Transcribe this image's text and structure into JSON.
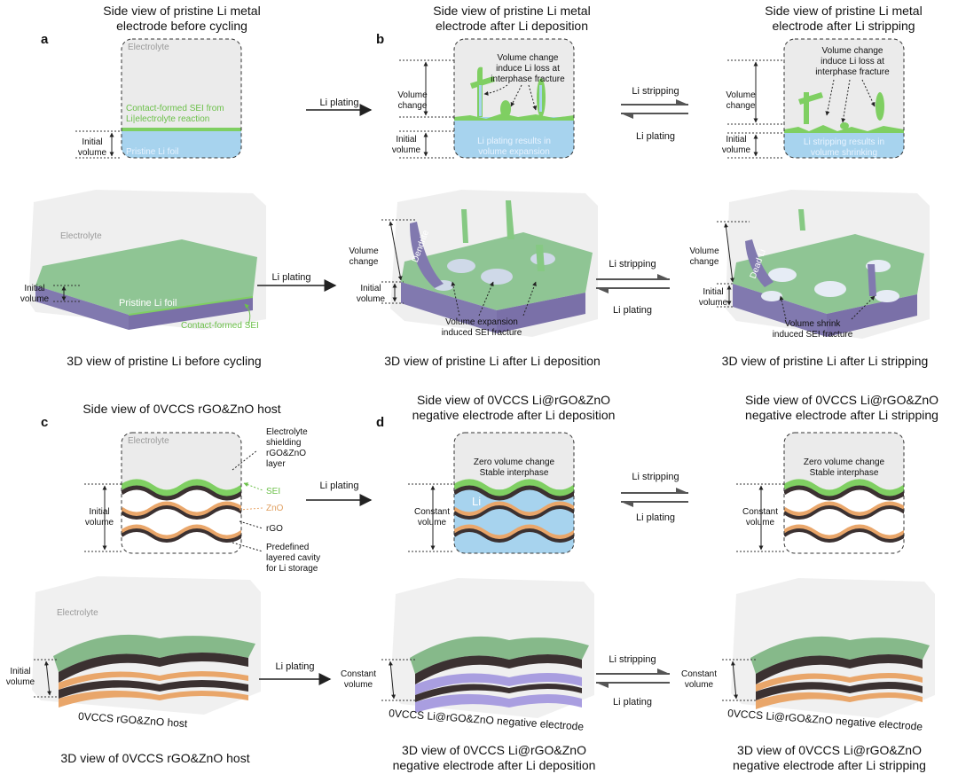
{
  "panels": {
    "a": "a",
    "b": "b",
    "c": "c",
    "d": "d"
  },
  "top": {
    "t1_l1": "Side view of pristine Li metal",
    "t1_l2": "electrode before cycling",
    "t2_l1": "Side view of pristine Li metal",
    "t2_l2": "electrode after Li deposition",
    "t3_l1": "Side view of pristine Li metal",
    "t3_l2": "electrode after Li stripping",
    "electrolyte": "Electrolyte",
    "sei_l1": "Contact-formed SEI from",
    "sei_l2": "Li|electrolyte reaction",
    "pristine_foil": "Pristine Li foil",
    "initial_l1": "Initial",
    "initial_l2": "volume",
    "volume_l1": "Volume",
    "volume_l2": "change",
    "vc_l1": "Volume change",
    "vc_l2": "induce Li loss at",
    "vc_l3": "interphase fracture",
    "plating_result_l1": "Li plating results in",
    "plating_result_l2": "volume  expansion",
    "stripping_result_l1": "Li stripping results in",
    "stripping_result_l2": "volume  shrinking",
    "li_plating": "Li plating",
    "li_stripping": "Li stripping"
  },
  "row2": {
    "electrolyte": "Electrolyte",
    "pristine_foil": "Pristine Li foil",
    "contact_sei": "Contact-formed SEI",
    "dendrite": "Dendrite",
    "dead_li": "Dead Li",
    "expansion_l1": "Volume expansion",
    "expansion_l2": "induced SEI fracture",
    "shrink_l1": "Volume shrink",
    "shrink_l2": "induced SEI fracture",
    "cap1": "3D view of pristine Li before cycling",
    "cap2": "3D view of pristine Li after Li deposition",
    "cap3": "3D view of pristine Li after Li stripping"
  },
  "row3": {
    "t1": "Side view of 0VCCS rGO&ZnO host",
    "t2_l1": "Side view of 0VCCS Li@rGO&ZnO",
    "t2_l2": "negative electrode after Li deposition",
    "t3_l1": "Side view of 0VCCS Li@rGO&ZnO",
    "t3_l2": "negative electrode after Li stripping",
    "electrolyte": "Electrolyte",
    "shield_l1": "Electrolyte",
    "shield_l2": "shielding",
    "shield_l3": "rGO&ZnO",
    "shield_l4": "layer",
    "sei": "SEI",
    "zno": "ZnO",
    "rgo": "rGO",
    "cavity_l1": "Predefined",
    "cavity_l2": "layered cavity",
    "cavity_l3": "for Li storage",
    "zero_l1": "Zero volume change",
    "zero_l2": "Stable interphase",
    "li": "Li",
    "constant_l1": "Constant",
    "constant_l2": "volume"
  },
  "row4": {
    "host_label": "0VCCS rGO&ZnO host",
    "neg_label": "0VCCS Li@rGO&ZnO negative electrode",
    "cap1": "3D view of 0VCCS rGO&ZnO host",
    "cap2_l1": "3D view of 0VCCS Li@rGO&ZnO",
    "cap2_l2": "negative electrode after Li deposition",
    "cap3_l1": "3D view of 0VCCS Li@rGO&ZnO",
    "cap3_l2": "negative electrode after Li stripping"
  },
  "colors": {
    "electrolyte": "#ebebeb",
    "li_blue": "#a7d3ee",
    "sei_green": "#7fcf62",
    "li_purple": "#8479b0",
    "zno_orange": "#e9a66a",
    "rgo_dark": "#3b3131",
    "surface_green": "#86b98a"
  }
}
